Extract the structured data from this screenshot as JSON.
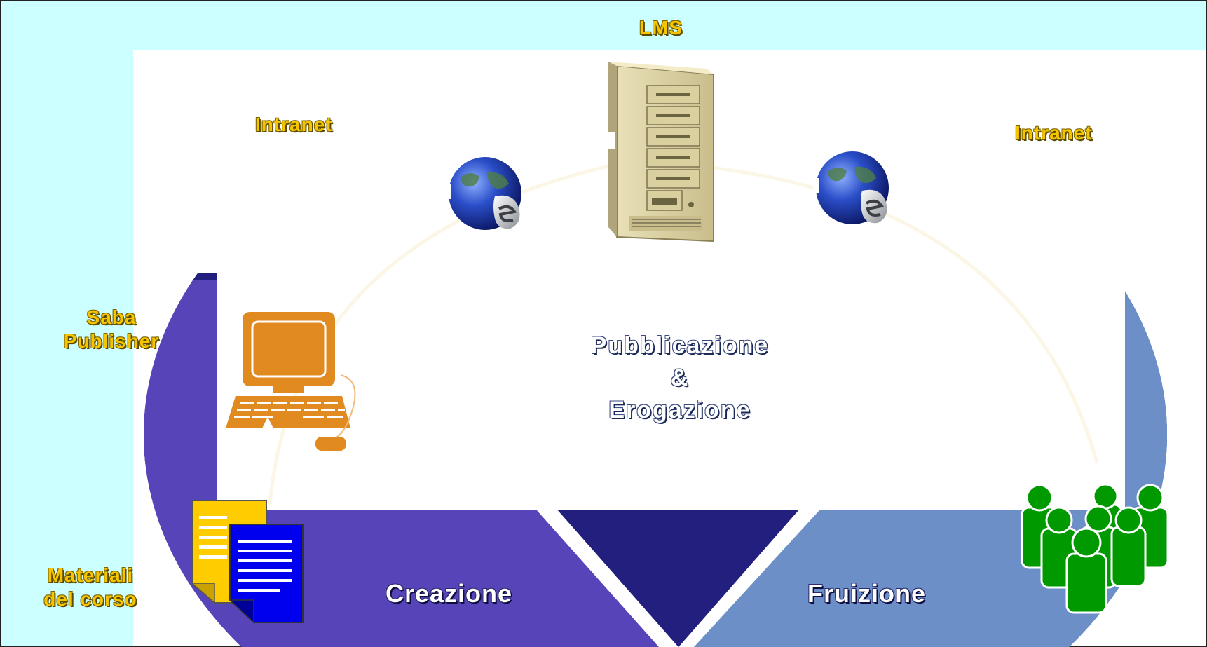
{
  "diagram": {
    "top_label": "LMS",
    "intranet_left": "Intranet",
    "intranet_right": "Intranet",
    "saba_line1": "Saba",
    "saba_line2": "Publisher",
    "materials_line1": "Materiali",
    "materials_line2": "del corso",
    "center_line1": "Pubblicazione",
    "center_line2": "&",
    "center_line3": "Erogazione",
    "segment_left": "Creazione",
    "segment_right": "Fruizione"
  },
  "icons": {
    "server": "server-tower-icon",
    "globe_left": "internet-explorer-globe-icon",
    "globe_right": "internet-explorer-globe-icon",
    "computer": "desktop-computer-icon",
    "documents": "documents-icon",
    "users": "user-group-icon"
  },
  "colors": {
    "band": "#ccffff",
    "segment_top": "#221f7f",
    "segment_left": "#5844b9",
    "segment_right": "#6b8fc6",
    "label_gold": "#f7c400",
    "users_green": "#009900",
    "computer_orange": "#e08a20"
  }
}
